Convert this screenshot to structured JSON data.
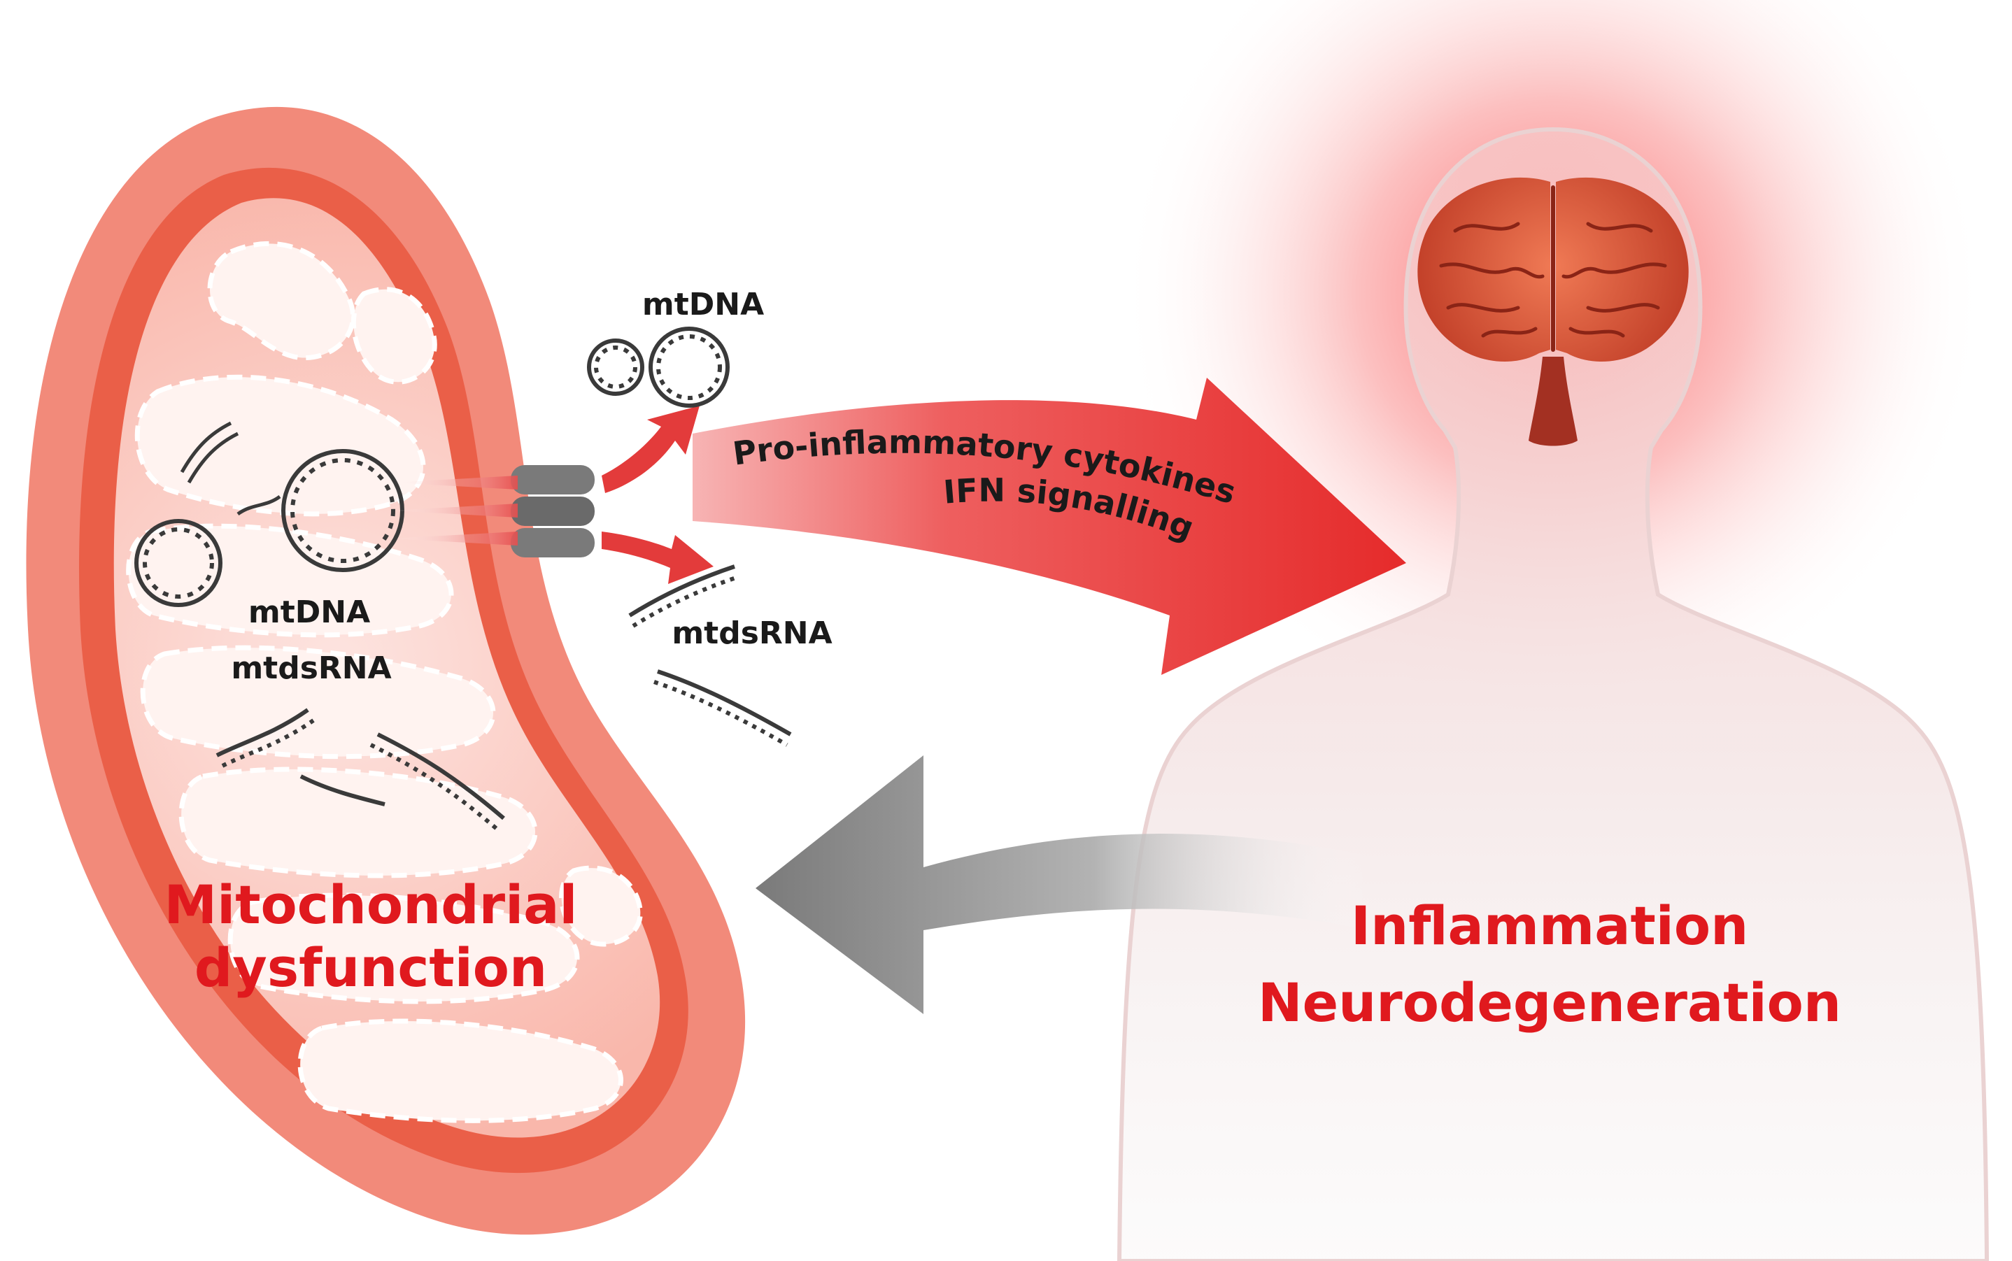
{
  "left_panel": {
    "inner_mtdna_label": "mtDNA",
    "inner_mtdsrna_label": "mtdsRNA",
    "title_line1": "Mitochondrial",
    "title_line2": "dysfunction"
  },
  "release": {
    "mtdna_label": "mtDNA",
    "mtdsrna_label": "mtdsRNA"
  },
  "main_arrow": {
    "line1": "Pro-inflammatory cytokines",
    "line2": "IFN signalling"
  },
  "right_panel": {
    "title_line1": "Inflammation",
    "title_line2": "Neurodegeneration"
  },
  "colors": {
    "accent_red": "#e0191e",
    "mito_outer": "#ef7e6e",
    "feedback_arrow": "#8c8c8c",
    "brain": "#d9573c"
  },
  "icons": [
    "mitochondrion",
    "circular-dna",
    "double-helix-rna",
    "membrane-channel",
    "human-silhouette",
    "brain"
  ]
}
